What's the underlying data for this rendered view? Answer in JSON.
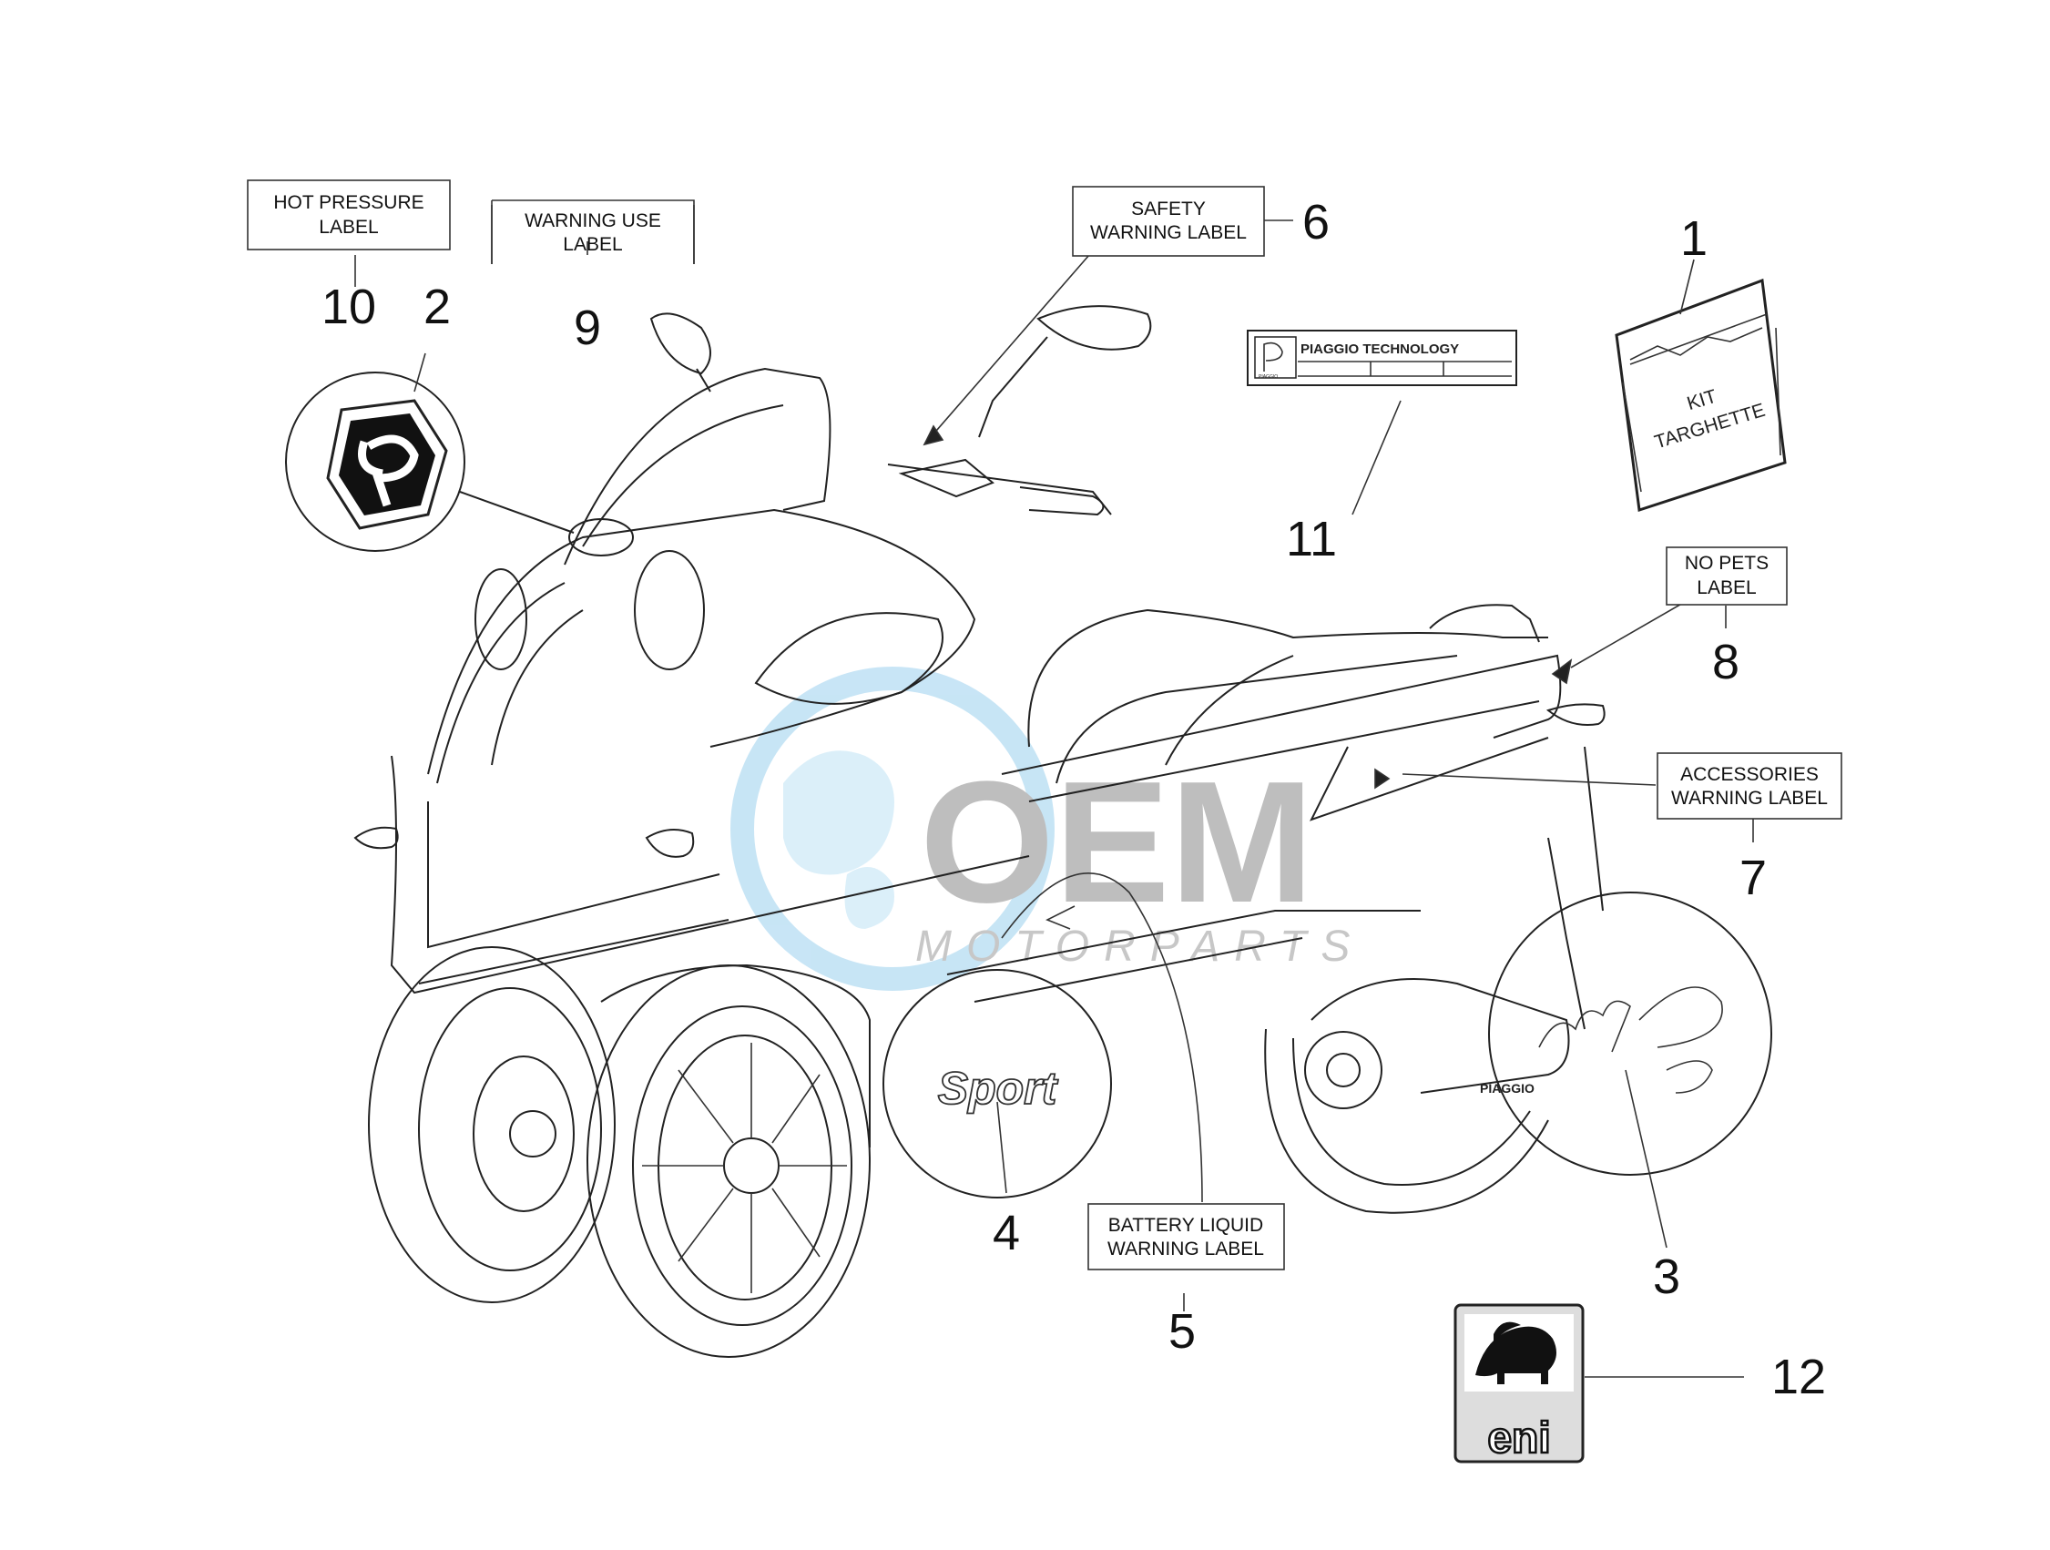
{
  "watermark": {
    "brand": "OEM",
    "sub": "MOTORPARTS"
  },
  "callouts": [
    {
      "num": "1",
      "label": ""
    },
    {
      "num": "2",
      "label": ""
    },
    {
      "num": "3",
      "label": ""
    },
    {
      "num": "4",
      "label": ""
    },
    {
      "num": "5",
      "label_lines": [
        "BATTERY LIQUID",
        "WARNING LABEL"
      ]
    },
    {
      "num": "6",
      "label_lines": [
        "SAFETY",
        "WARNING LABEL"
      ]
    },
    {
      "num": "7",
      "label_lines": [
        "ACCESSORIES",
        "WARNING LABEL"
      ]
    },
    {
      "num": "8",
      "label_lines": [
        "NO PETS",
        "LABEL"
      ]
    },
    {
      "num": "9",
      "label_lines": [
        "WARNING USE",
        "LABEL"
      ]
    },
    {
      "num": "10",
      "label_lines": [
        "HOT PRESSURE",
        "LABEL"
      ]
    },
    {
      "num": "11",
      "label": ""
    },
    {
      "num": "12",
      "label": ""
    }
  ],
  "kit_bag": {
    "line1": "KIT",
    "line2": "TARGHETTE"
  },
  "plate": {
    "text": "PIAGGIO TECHNOLOGY",
    "small": "PIAGGIO"
  },
  "decal_sport": {
    "text": "Sport"
  },
  "decal_mp3": {
    "brand": "PIAGGIO",
    "text": "MP3"
  },
  "decal_eni": {
    "text": "eni"
  },
  "colors": {
    "line": "#222222",
    "watermark_blue": "#9ad0ee",
    "watermark_gray": "#8a8a8a"
  }
}
